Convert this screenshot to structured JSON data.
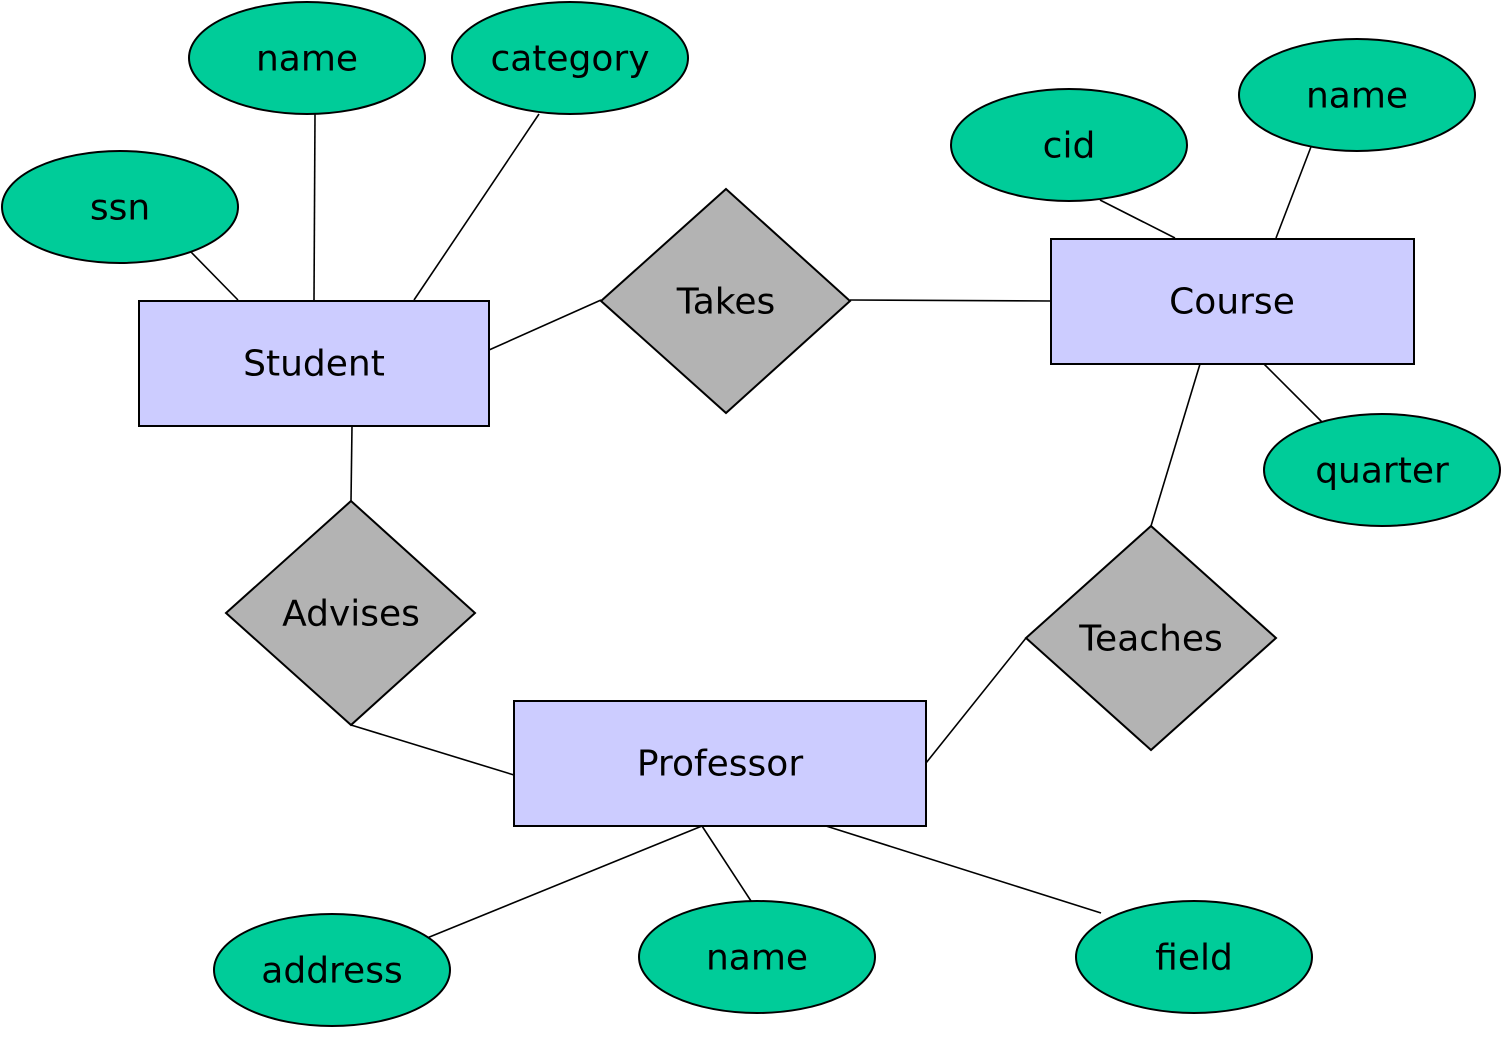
{
  "colors": {
    "entity_fill": "#ccccff",
    "relationship_fill": "#b3b3b3",
    "attribute_fill": "#00cc99",
    "stroke": "#000000",
    "text": "#000000"
  },
  "entities": {
    "student": "Student",
    "course": "Course",
    "professor": "Professor"
  },
  "relationships": {
    "takes": "Takes",
    "advises": "Advises",
    "teaches": "Teaches"
  },
  "attributes": {
    "student": {
      "ssn": "ssn",
      "name": "name",
      "category": "category"
    },
    "course": {
      "cid": "cid",
      "name": "name",
      "quarter": "quarter"
    },
    "professor": {
      "address": "address",
      "name": "name",
      "field": "field"
    }
  }
}
